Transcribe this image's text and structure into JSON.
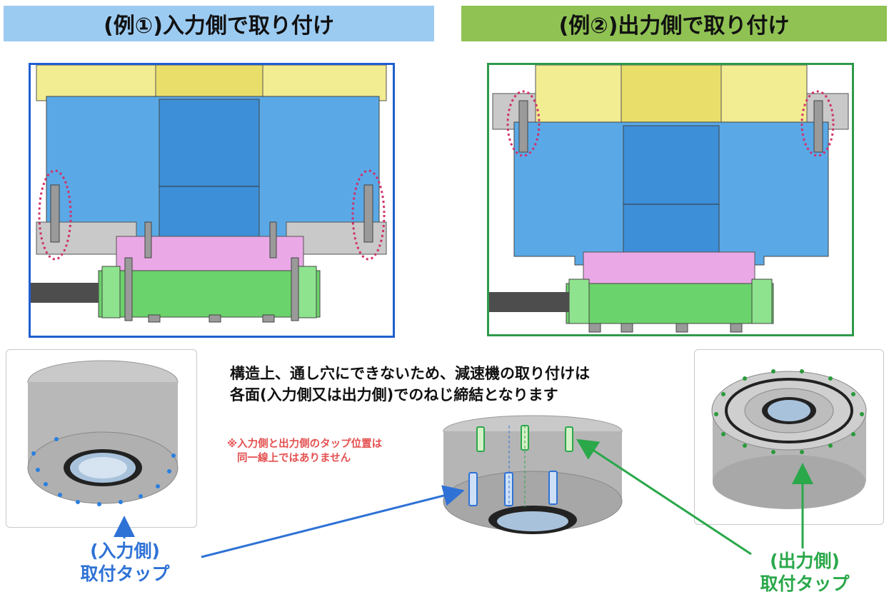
{
  "headers": {
    "example1": "(例①)入力側で取り付け",
    "example2": "(例②)出力側で取り付け"
  },
  "note": {
    "line1": "構造上、通し穴にできないため、減速機の取り付けは",
    "line2": "各面(入力側又は出力側)でのねじ締結となります"
  },
  "warning": {
    "line1": "※入力側と出力側のタップ位置は",
    "line2": "同一線上ではありません"
  },
  "labels": {
    "input_side_line1": "(入力側)",
    "input_side_line2": "取付タップ",
    "output_side_line1": "(出力側)",
    "output_side_line2": "取付タップ"
  },
  "colors": {
    "header1_bg": "#9ccbf2",
    "header2_bg": "#8fc253",
    "frame1_border": "#1f5fd0",
    "frame2_border": "#2e9a4a",
    "input_label": "#2f72d6",
    "output_label": "#2aa84a",
    "warning_text": "#e55050",
    "highlight_ring": "#d0306a"
  }
}
